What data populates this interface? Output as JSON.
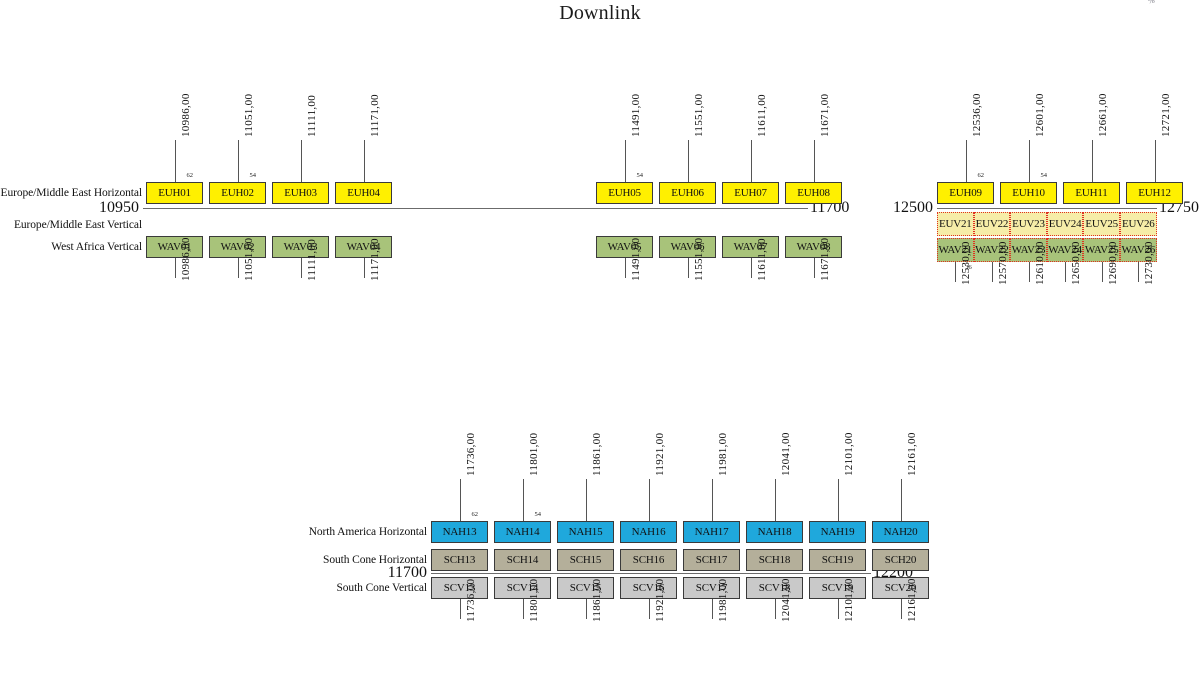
{
  "page": {
    "title": "Downlink",
    "corner_mark": "%"
  },
  "bands": [
    {
      "id": "eu-west-left",
      "axis": {
        "start_label": "10950",
        "end_label": "11700"
      },
      "rows": [
        {
          "label": "Europe/Middle East Horizontal",
          "style": "yellow-solid"
        },
        {
          "label": "Europe/Middle East Vertical",
          "style": "none"
        },
        {
          "label": "West Africa Vertical",
          "style": "green-solid"
        }
      ],
      "groups": [
        {
          "top_row": [
            "EUH01",
            "EUH02",
            "EUH03",
            "EUH04"
          ],
          "bottom_row": [
            "WAV01",
            "WAV02",
            "WAV03",
            "WAV04"
          ],
          "top_freqs": [
            "10986,00",
            "11051,00",
            "11111,00",
            "11171,00"
          ],
          "bottom_freqs": [
            "10986,00",
            "11051,00",
            "11111,00",
            "11171,00"
          ],
          "bandwidths": [
            "62",
            "54",
            "",
            ""
          ]
        },
        {
          "top_row": [
            "EUH05",
            "EUH06",
            "EUH07",
            "EUH08"
          ],
          "bottom_row": [
            "WAV05",
            "WAV06",
            "WAV07",
            "WAV08"
          ],
          "top_freqs": [
            "11491,00",
            "11551,00",
            "11611,00",
            "11671,00"
          ],
          "bottom_freqs": [
            "11491,00",
            "11551,00",
            "11611,00",
            "11671,00"
          ],
          "bandwidths": [
            "54",
            "",
            "",
            ""
          ]
        }
      ]
    },
    {
      "id": "eu-west-right",
      "axis": {
        "start_label": "12500",
        "end_label": "12750"
      },
      "top_row": [
        "EUH09",
        "EUH10",
        "EUH11",
        "EUH12"
      ],
      "top_freqs": [
        "12536,00",
        "12601,00",
        "12661,00",
        "12721,00"
      ],
      "top_bandwidths": [
        "62",
        "54",
        "",
        ""
      ],
      "mid_row": [
        "EUV21",
        "EUV22",
        "EUV23",
        "EUV24",
        "EUV25",
        "EUV26"
      ],
      "bottom_row": [
        "WAV21",
        "WAV22",
        "WAV23",
        "WAV24",
        "WAV25",
        "WAV26"
      ],
      "bottom_freqs": [
        "12530,00",
        "12570,00",
        "12610,00",
        "12650,00",
        "12690,00",
        "12730,00"
      ],
      "bottom_bandwidths": [
        "36",
        "",
        "",
        "",
        "",
        ""
      ]
    },
    {
      "id": "americas",
      "axis": {
        "start_label": "11700",
        "end_label": "12200"
      },
      "rows": [
        {
          "label": "North America Horizontal",
          "style": "blue-solid"
        },
        {
          "label": "South Cone Horizontal",
          "style": "khaki-solid"
        },
        {
          "label": "South Cone Vertical",
          "style": "gray-solid"
        }
      ],
      "top_row": [
        "NAH13",
        "NAH14",
        "NAH15",
        "NAH16",
        "NAH17",
        "NAH18",
        "NAH19",
        "NAH20"
      ],
      "mid_row": [
        "SCH13",
        "SCH14",
        "SCH15",
        "SCH16",
        "SCH17",
        "SCH18",
        "SCH19",
        "SCH20"
      ],
      "bottom_row": [
        "SCV13",
        "SCV14",
        "SCV15",
        "SCV16",
        "SCV17",
        "SCV18",
        "SCV19",
        "SCV20"
      ],
      "top_freqs": [
        "11736,00",
        "11801,00",
        "11861,00",
        "11921,00",
        "11981,00",
        "12041,00",
        "12101,00",
        "12161,00"
      ],
      "bottom_freqs": [
        "11736,00",
        "11801,00",
        "11861,00",
        "11921,00",
        "11981,00",
        "12041,00",
        "12101,00",
        "12161,00"
      ],
      "bandwidths": [
        "62",
        "54",
        "",
        "",
        "",
        "",
        "",
        ""
      ]
    }
  ],
  "colors": {
    "yellow": "#FFF000",
    "yellow_pale": "#F6EDA8",
    "green": "#A8C37A",
    "blue": "#1FA8DC",
    "khaki": "#B4AF9A",
    "gray": "#C9C9C9",
    "border": "#3A3A3A",
    "dotted_border": "#E03020",
    "axis": "#6B6B6B"
  }
}
